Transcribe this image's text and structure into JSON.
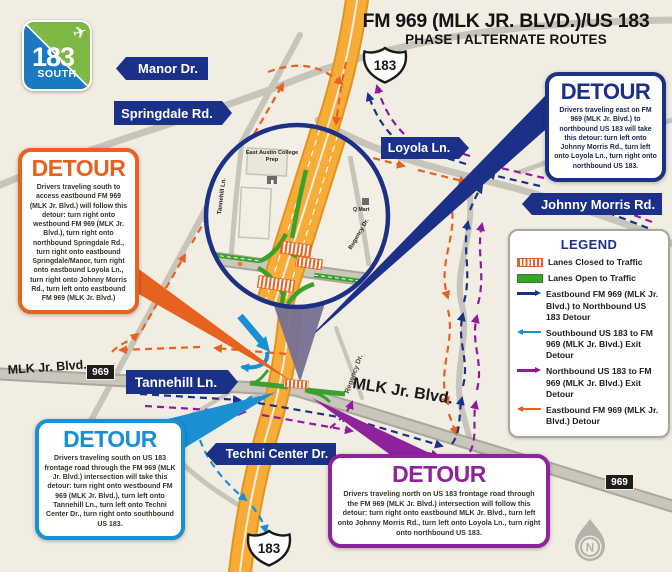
{
  "title": {
    "line1": "FM 969 (MLK JR. BLVD.)/US 183",
    "line2": "PHASE I ALTERNATE ROUTES"
  },
  "logo": {
    "number": "183",
    "direction": "SOUTH",
    "plane_icon": "✈"
  },
  "road_labels": {
    "manor": "Manor Dr.",
    "springdale": "Springdale Rd.",
    "loyola": "Loyola Ln.",
    "johnny_morris": "Johnny Morris Rd.",
    "tannehill": "Tannehill Ln.",
    "techni_center": "Techni Center Dr."
  },
  "street_text": {
    "mlk_west": "MLK Jr. Blvd.",
    "mlk_east": "MLK Jr. Blvd.",
    "regency": "Regency Dr."
  },
  "shields": {
    "us183": "183",
    "fm969": "969"
  },
  "inset": {
    "school": "East Austin College Prep",
    "store": "Q Mart",
    "tannehill": "Tannehill Ln.",
    "regency": "Regency Dr."
  },
  "detours": {
    "south_access": {
      "heading": "DETOUR",
      "body": "Drivers traveling south to access eastbound FM 969 (MLK Jr. Blvd.) will follow this detour: turn right onto westbound FM 969 (MLK Jr. Blvd.), turn right onto northbound Springdale Rd., turn right onto eastbound Springdale/Manor, turn right onto eastbound Loyola Ln., turn right onto Johnny Morris Rd., turn left onto eastbound FM 969 (MLK Jr. Blvd.)"
    },
    "east_to_northbound": {
      "heading": "DETOUR",
      "body": "Drivers traveling east on FM 969 (MLK Jr. Blvd.) to northbound US 183 will take this detour: turn left onto Johnny Morris Rd., turn left onto Loyola Ln., turn right onto northbound US 183."
    },
    "southbound_exit": {
      "heading": "DETOUR",
      "body": "Drivers traveling south on US 183 frontage road through the FM 969 (MLK Jr. Blvd.) intersection will take this detour: turn right onto westbound FM 969 (MLK Jr. Blvd.), turn left onto Tannehill Ln., turn left onto Techni Center Dr., turn right onto southbound US 183."
    },
    "northbound_exit": {
      "heading": "DETOUR",
      "body": "Drivers traveling north on US 183 frontage road through the FM 969 (MLK Jr. Blvd.) intersection will follow this detour: turn right onto eastbound MLK Jr. Blvd., turn left onto Johnny Morris Rd., turn left onto Loyola Ln., turn right onto northbound US 183."
    }
  },
  "legend": {
    "title": "LEGEND",
    "items": [
      {
        "swatch": "lanes-closed-hatched-orange",
        "label": "Lanes Closed to Traffic"
      },
      {
        "swatch": "lanes-open-solid-green",
        "label": "Lanes Open to Traffic"
      },
      {
        "swatch": "arrow-right-navy",
        "label": "Eastbound FM 969 (MLK Jr. Blvd.) to Northbound US 183 Detour"
      },
      {
        "swatch": "arrow-left-lightblue",
        "label": "Southbound US 183 to FM 969 (MLK Jr. Blvd.) Exit Detour"
      },
      {
        "swatch": "arrow-right-purple",
        "label": "Northbound US 183 to FM 969 (MLK Jr. Blvd.) Exit Detour"
      },
      {
        "swatch": "arrow-left-orange",
        "label": "Eastbound FM 969 (MLK Jr. Blvd.) Detour"
      }
    ]
  },
  "compass": {
    "label": "N"
  },
  "colors": {
    "background": "#f1ede2",
    "navy": "#1b3087",
    "orange": "#e8621f",
    "light_blue": "#1a8fd4",
    "purple": "#93189c",
    "green_open": "#3aa12e",
    "highway_orange": "#f7ac37",
    "road_gray": "#c9c6bc",
    "logo_blue": "#1b79bf",
    "logo_green": "#7cb843"
  }
}
